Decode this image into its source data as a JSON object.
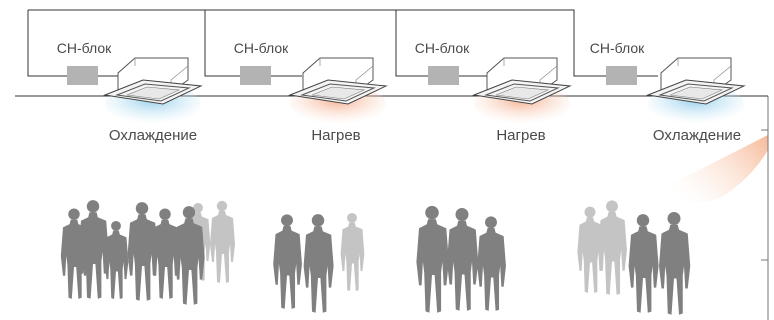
{
  "units": [
    {
      "ch_label": "CH-блок",
      "mode_label": "Охлаждение",
      "mode": "cool"
    },
    {
      "ch_label": "CH-блок",
      "mode_label": "Нагрев",
      "mode": "heat"
    },
    {
      "ch_label": "CH-блок",
      "mode_label": "Нагрев",
      "mode": "heat"
    },
    {
      "ch_label": "CH-блок",
      "mode_label": "Охлаждение",
      "mode": "cool"
    }
  ],
  "colors": {
    "pipe": "#333333",
    "ch_box": "#b3b3b3",
    "cool_glow": "#9fd4ef",
    "heat_glow": "#f4b89a",
    "people_dark": "#808080",
    "people_light": "#c4c4c4",
    "label_text": "#4a4a4a"
  }
}
